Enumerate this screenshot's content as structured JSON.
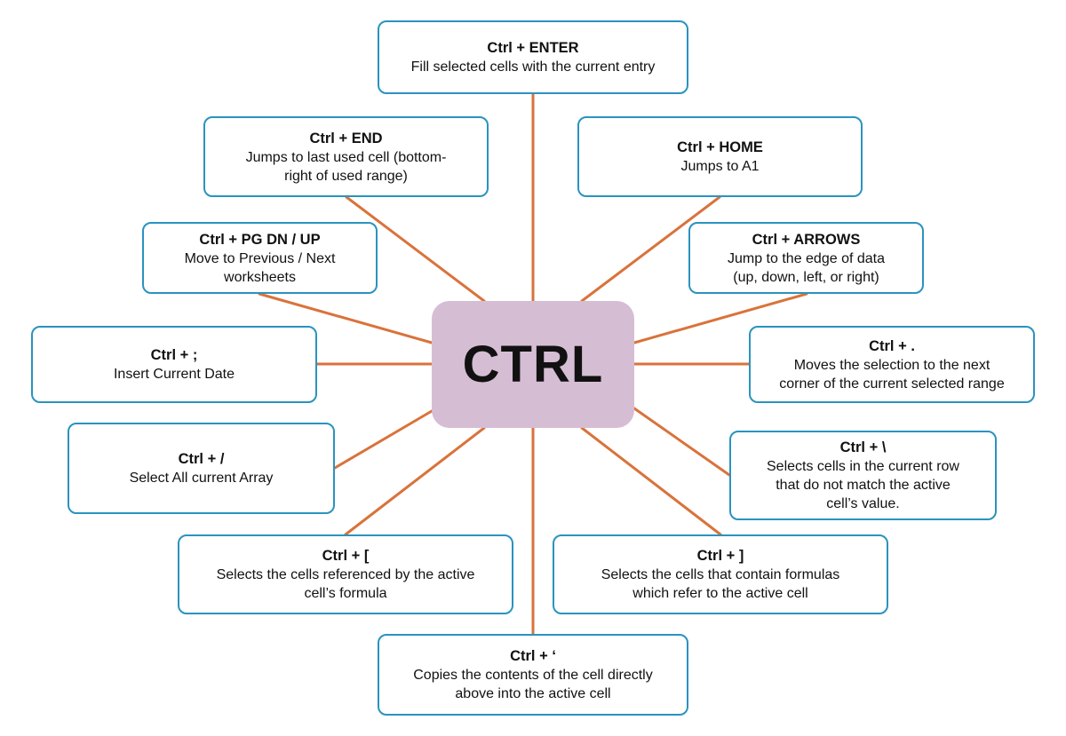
{
  "center": {
    "label": "CTRL"
  },
  "colors": {
    "center_fill": "#d5bdd4",
    "box_border": "#2a93bf",
    "connector": "#d9733b"
  },
  "shortcuts": [
    {
      "key": "Ctrl + ENTER",
      "desc": [
        "Fill selected cells with the current entry"
      ]
    },
    {
      "key": "Ctrl + END",
      "desc": [
        "Jumps to last used cell (bottom-",
        "right of used range)"
      ]
    },
    {
      "key": "Ctrl + HOME",
      "desc": [
        "Jumps to A1"
      ]
    },
    {
      "key": "Ctrl + PG DN / UP",
      "desc": [
        "Move to Previous / Next",
        "worksheets"
      ]
    },
    {
      "key": "Ctrl + ARROWS",
      "desc": [
        "Jump to the edge of data",
        "(up, down, left, or right)"
      ]
    },
    {
      "key": "Ctrl + ;",
      "desc": [
        "Insert Current Date"
      ]
    },
    {
      "key": "Ctrl + .",
      "desc": [
        "Moves the selection to the next",
        "corner of the current selected range"
      ]
    },
    {
      "key": "Ctrl + /",
      "desc": [
        "Select All current Array"
      ]
    },
    {
      "key": "Ctrl + \\",
      "desc": [
        "Selects cells in the current row",
        "that do not match the active",
        "cell’s value."
      ]
    },
    {
      "key": "Ctrl + [",
      "desc": [
        "Selects the cells referenced by the active",
        "cell’s formula"
      ]
    },
    {
      "key": "Ctrl + ]",
      "desc": [
        "Selects the cells that contain formulas",
        "which refer to the active cell"
      ]
    },
    {
      "key": "Ctrl + ‘",
      "desc": [
        "Copies the contents of the cell directly",
        "above into the active cell"
      ]
    }
  ]
}
